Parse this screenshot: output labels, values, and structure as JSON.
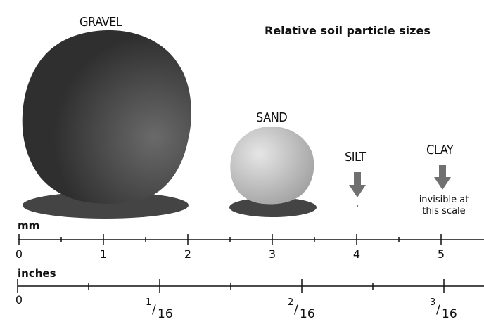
{
  "title": "Relative soil particle sizes",
  "particles": {
    "gravel": {
      "label": "GRAVEL",
      "size_mm": 2
    },
    "sand": {
      "label": "SAND",
      "size_mm": 1
    },
    "silt": {
      "label": "SILT"
    },
    "clay": {
      "label": "CLAY",
      "note_line1": "invisible at",
      "note_line2": "this scale"
    }
  },
  "mm_scale": {
    "unit_label": "mm",
    "major_labels": [
      "0",
      "1",
      "2",
      "3",
      "4",
      "5"
    ]
  },
  "inch_scale": {
    "unit_label": "inches",
    "zero_label": "0",
    "fraction_labels": [
      {
        "numerator": "1",
        "denominator": "16"
      },
      {
        "numerator": "2",
        "denominator": "16"
      },
      {
        "numerator": "3",
        "denominator": "16"
      }
    ]
  },
  "colors": {
    "gravel_dark": "#2f2f2f",
    "gravel_light": "#6a6a6a",
    "sand_light": "#e6e6e6",
    "sand_dark": "#9b9b9b",
    "shadow": "#444444",
    "arrow": "#707070",
    "axis": "#111111"
  }
}
